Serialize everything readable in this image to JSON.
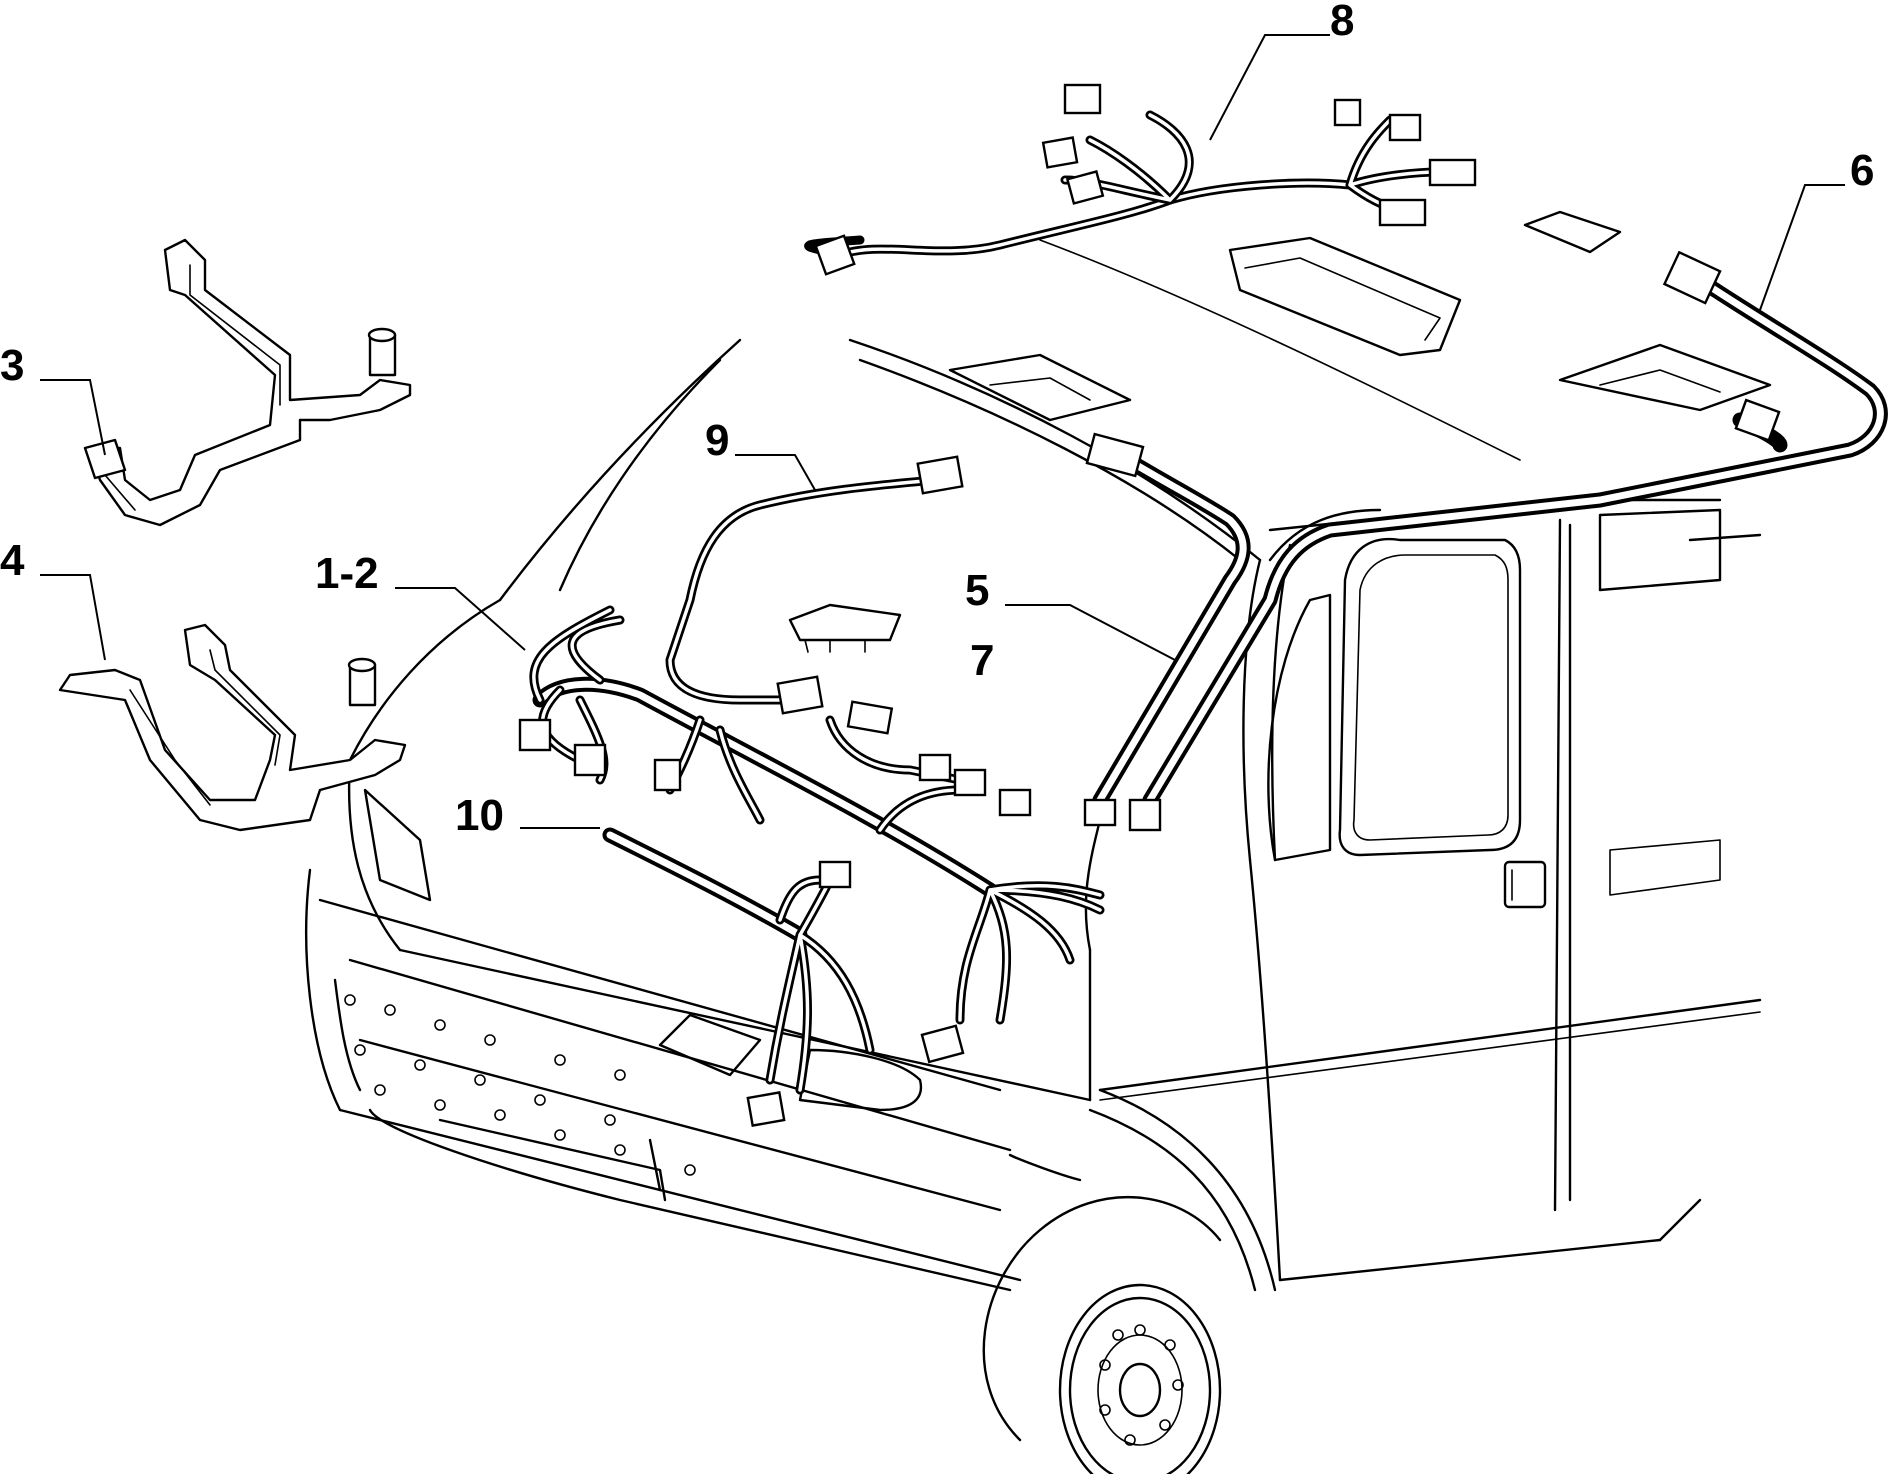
{
  "callouts": {
    "c1_2": "1-2",
    "c3": "3",
    "c4": "4",
    "c5": "5",
    "c6": "6",
    "c7": "7",
    "c8": "8",
    "c9": "9",
    "c10": "10"
  }
}
